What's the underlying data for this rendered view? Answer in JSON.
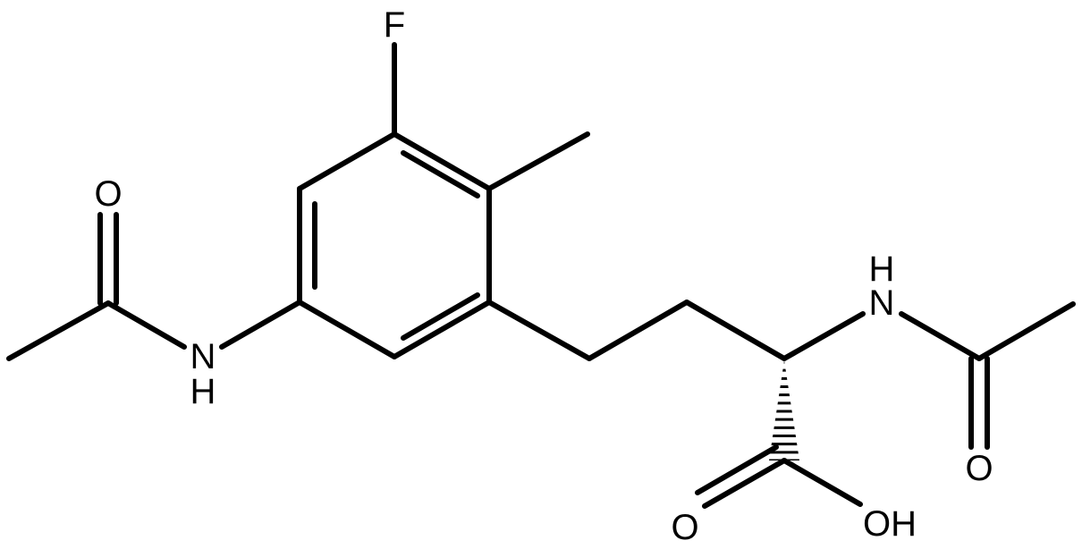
{
  "molecule": {
    "labels": {
      "fluorine": "F",
      "amide_n_left": "N",
      "amide_h_left": "H",
      "amide_o_left": "O",
      "amide_n_right": "N",
      "amide_h_right": "H",
      "amide_o_right": "O",
      "acid_o": "O",
      "acid_oh": "OH"
    }
  }
}
